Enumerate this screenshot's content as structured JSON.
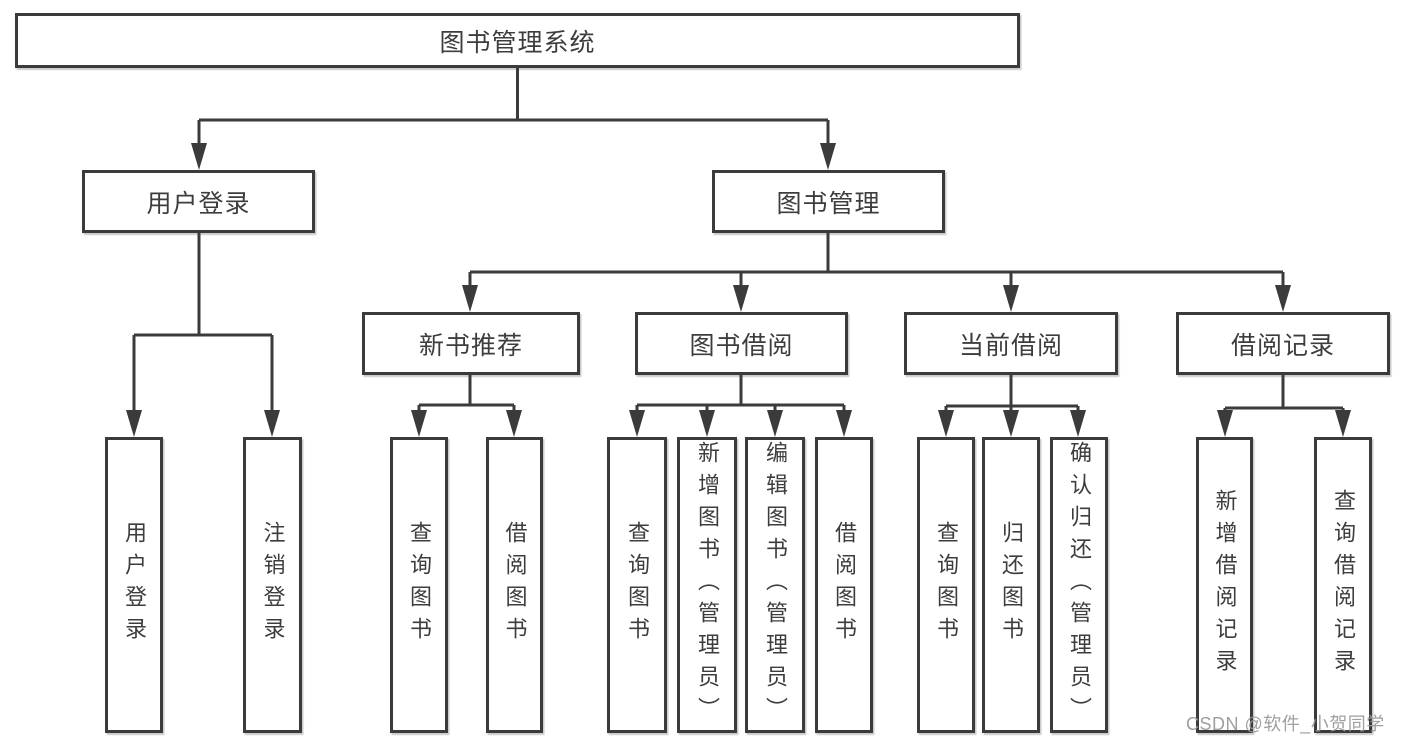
{
  "tree": {
    "label": "图书管理系统",
    "children": [
      {
        "label": "用户登录",
        "children": [
          {
            "label": "用户登录"
          },
          {
            "label": "注销登录"
          }
        ]
      },
      {
        "label": "图书管理",
        "children": [
          {
            "label": "新书推荐",
            "children": [
              {
                "label": "查询图书"
              },
              {
                "label": "借阅图书"
              }
            ]
          },
          {
            "label": "图书借阅",
            "children": [
              {
                "label": "查询图书"
              },
              {
                "label": "新增图书（管理员）"
              },
              {
                "label": "编辑图书（管理员）"
              },
              {
                "label": "借阅图书"
              }
            ]
          },
          {
            "label": "当前借阅",
            "children": [
              {
                "label": "查询图书"
              },
              {
                "label": "归还图书"
              },
              {
                "label": "确认归还（管理员）"
              }
            ]
          },
          {
            "label": "借阅记录",
            "children": [
              {
                "label": "新增借阅记录"
              },
              {
                "label": "查询借阅记录"
              }
            ]
          }
        ]
      }
    ]
  },
  "watermark": {
    "text": "CSDN @软件_小贺同学"
  },
  "colors": {
    "line": "#3b3b3b",
    "text": "#3d3d3d",
    "watermark": "#9a9a9a",
    "background": "#ffffff"
  }
}
